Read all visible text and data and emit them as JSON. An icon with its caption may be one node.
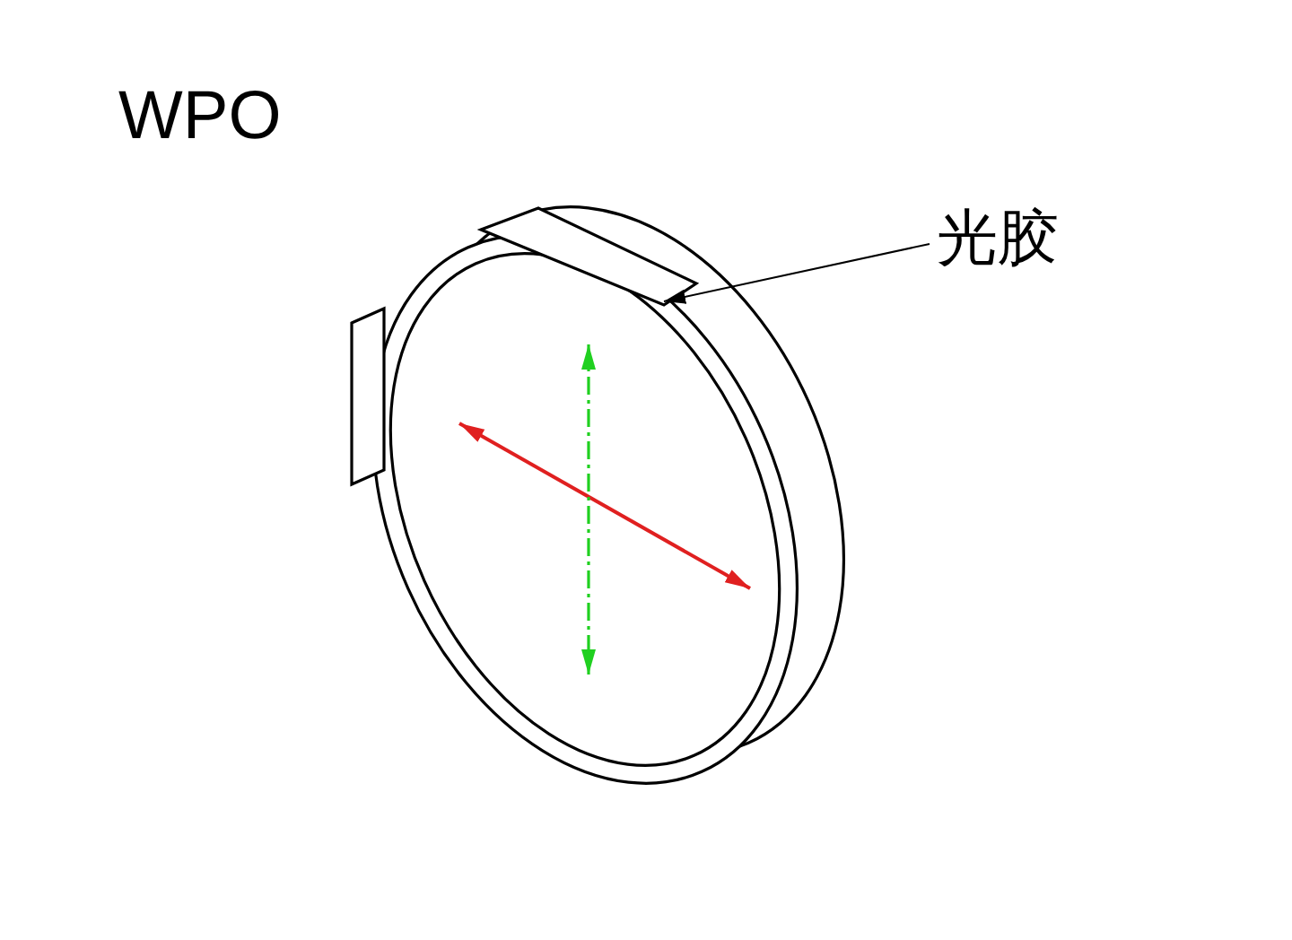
{
  "diagram": {
    "title": "WPO",
    "nodes": [
      {
        "text": [
          "光胶"
        ]
      },
      {
        "text": [],
        "shape": "picture"
      }
    ],
    "edges": [
      {
        "from": 0,
        "to": 1,
        "arrow": "to"
      }
    ]
  }
}
